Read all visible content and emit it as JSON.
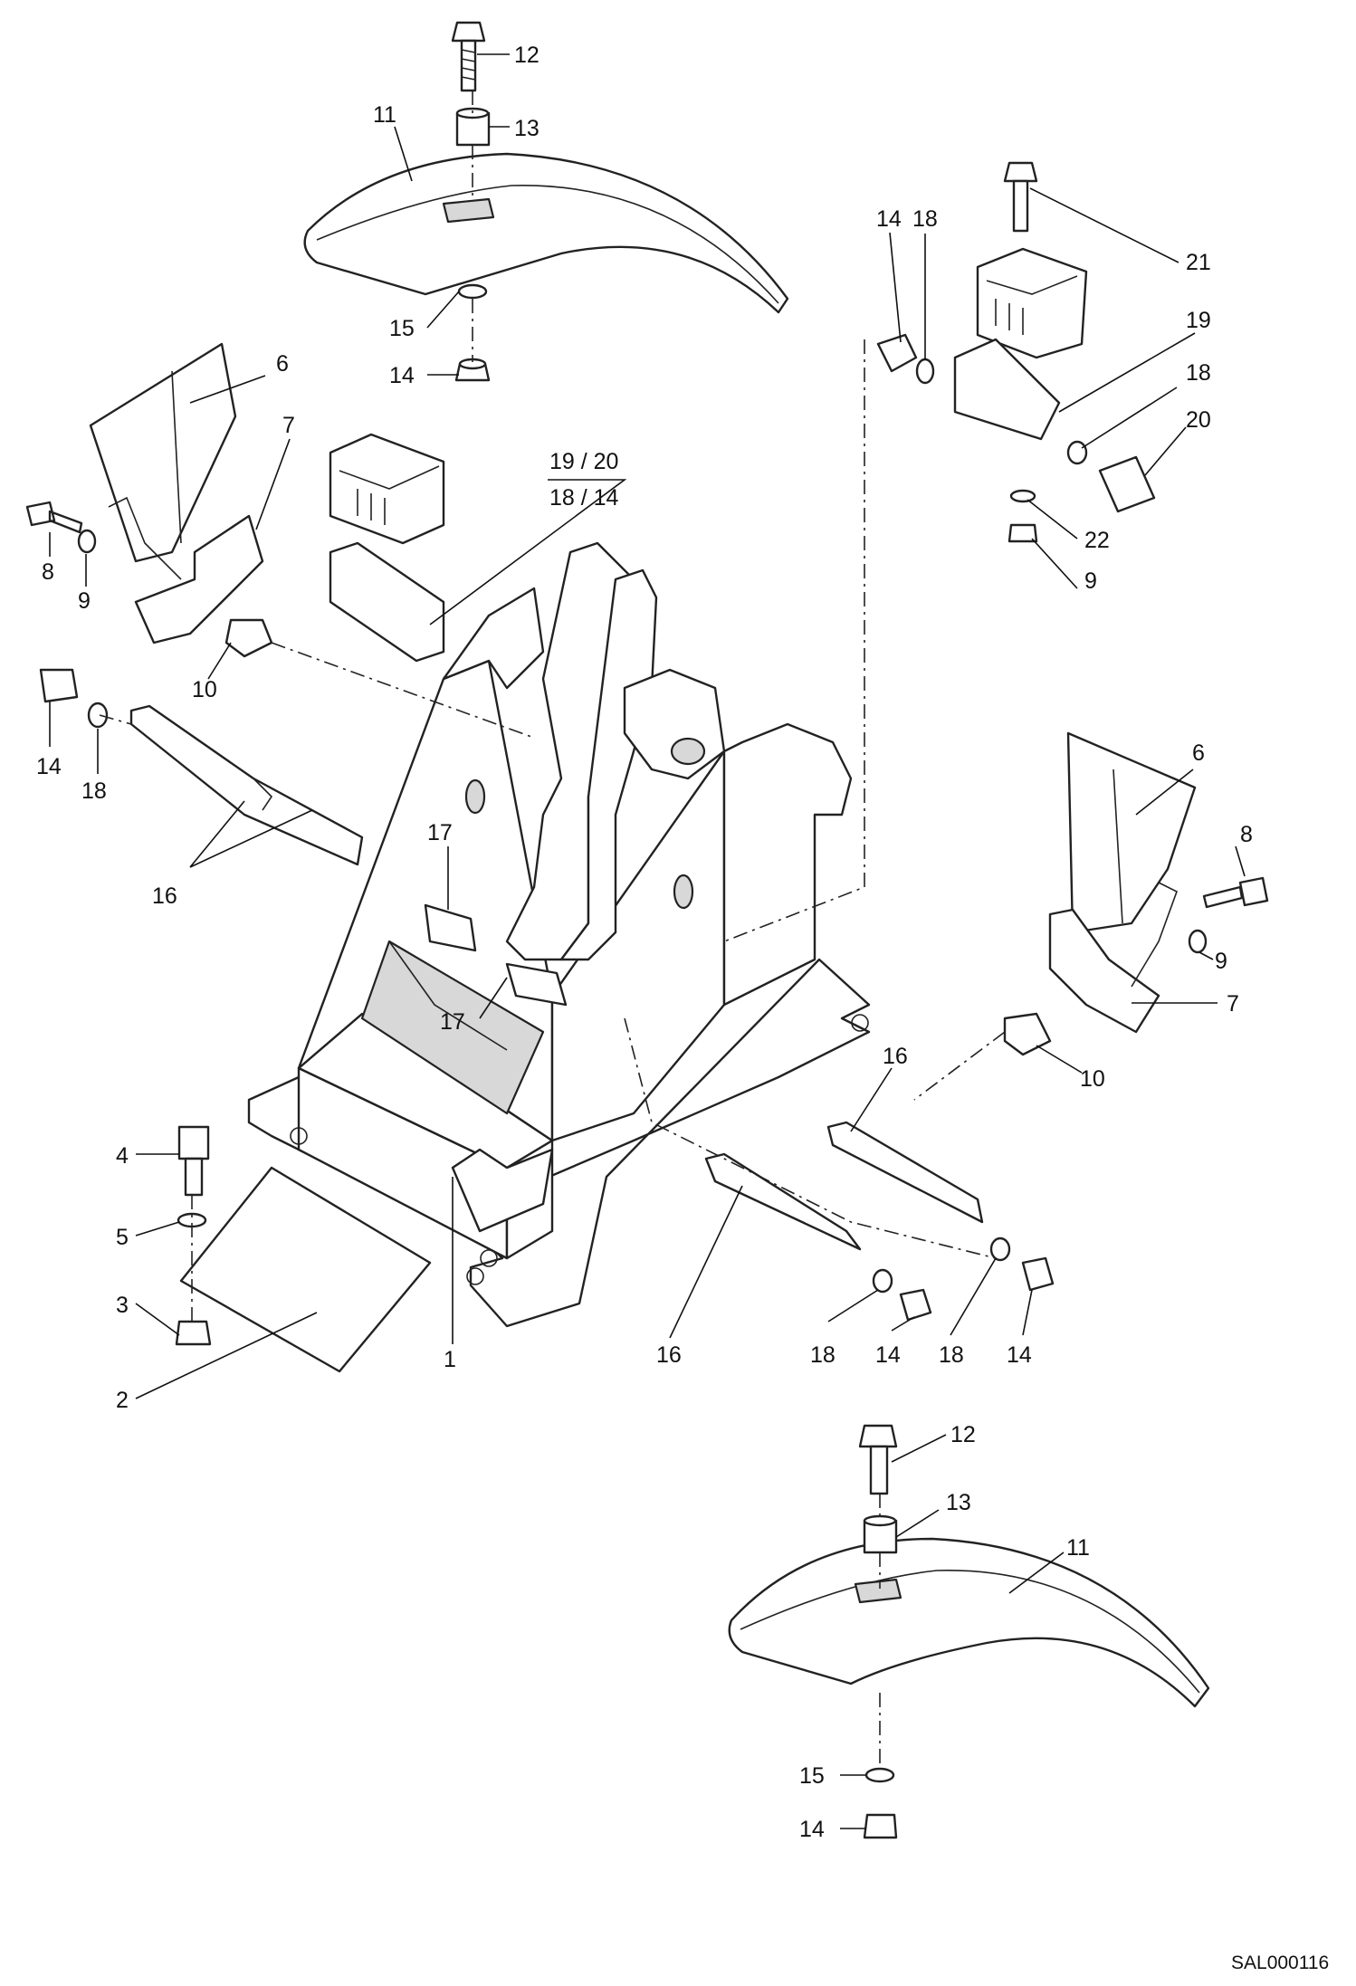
{
  "drawing_code": "SAL000116",
  "callouts": [
    {
      "id": "c-12-top",
      "text": "12"
    },
    {
      "id": "c-13-top",
      "text": "13"
    },
    {
      "id": "c-11-top",
      "text": "11"
    },
    {
      "id": "c-15-top",
      "text": "15"
    },
    {
      "id": "c-14-top",
      "text": "14"
    },
    {
      "id": "c-14-tr",
      "text": "14"
    },
    {
      "id": "c-18-tr",
      "text": "18"
    },
    {
      "id": "c-21",
      "text": "21"
    },
    {
      "id": "c-19-tr",
      "text": "19"
    },
    {
      "id": "c-18-tr2",
      "text": "18"
    },
    {
      "id": "c-20",
      "text": "20"
    },
    {
      "id": "c-22",
      "text": "22"
    },
    {
      "id": "c-9-tr",
      "text": "9"
    },
    {
      "id": "c-6-left",
      "text": "6"
    },
    {
      "id": "c-7-left",
      "text": "7"
    },
    {
      "id": "c-8-left",
      "text": "8"
    },
    {
      "id": "c-9-left",
      "text": "9"
    },
    {
      "id": "c-1920",
      "text": "19 / 20"
    },
    {
      "id": "c-1814",
      "text": "18 / 14"
    },
    {
      "id": "c-10-left",
      "text": "10"
    },
    {
      "id": "c-14-left",
      "text": "14"
    },
    {
      "id": "c-18-left",
      "text": "18"
    },
    {
      "id": "c-16-left",
      "text": "16"
    },
    {
      "id": "c-17-a",
      "text": "17"
    },
    {
      "id": "c-17-b",
      "text": "17"
    },
    {
      "id": "c-6-right",
      "text": "6"
    },
    {
      "id": "c-8-right",
      "text": "8"
    },
    {
      "id": "c-9-right",
      "text": "9"
    },
    {
      "id": "c-7-right",
      "text": "7"
    },
    {
      "id": "c-10-right",
      "text": "10"
    },
    {
      "id": "c-16-right",
      "text": "16"
    },
    {
      "id": "c-4",
      "text": "4"
    },
    {
      "id": "c-5",
      "text": "5"
    },
    {
      "id": "c-3",
      "text": "3"
    },
    {
      "id": "c-2",
      "text": "2"
    },
    {
      "id": "c-1",
      "text": "1"
    },
    {
      "id": "c-16-bottom",
      "text": "16"
    },
    {
      "id": "c-18-b1",
      "text": "18"
    },
    {
      "id": "c-14-b1",
      "text": "14"
    },
    {
      "id": "c-18-b2",
      "text": "18"
    },
    {
      "id": "c-14-b2",
      "text": "14"
    },
    {
      "id": "c-12-bot",
      "text": "12"
    },
    {
      "id": "c-13-bot",
      "text": "13"
    },
    {
      "id": "c-11-bot",
      "text": "11"
    },
    {
      "id": "c-15-bot",
      "text": "15"
    },
    {
      "id": "c-14-bot",
      "text": "14"
    }
  ]
}
